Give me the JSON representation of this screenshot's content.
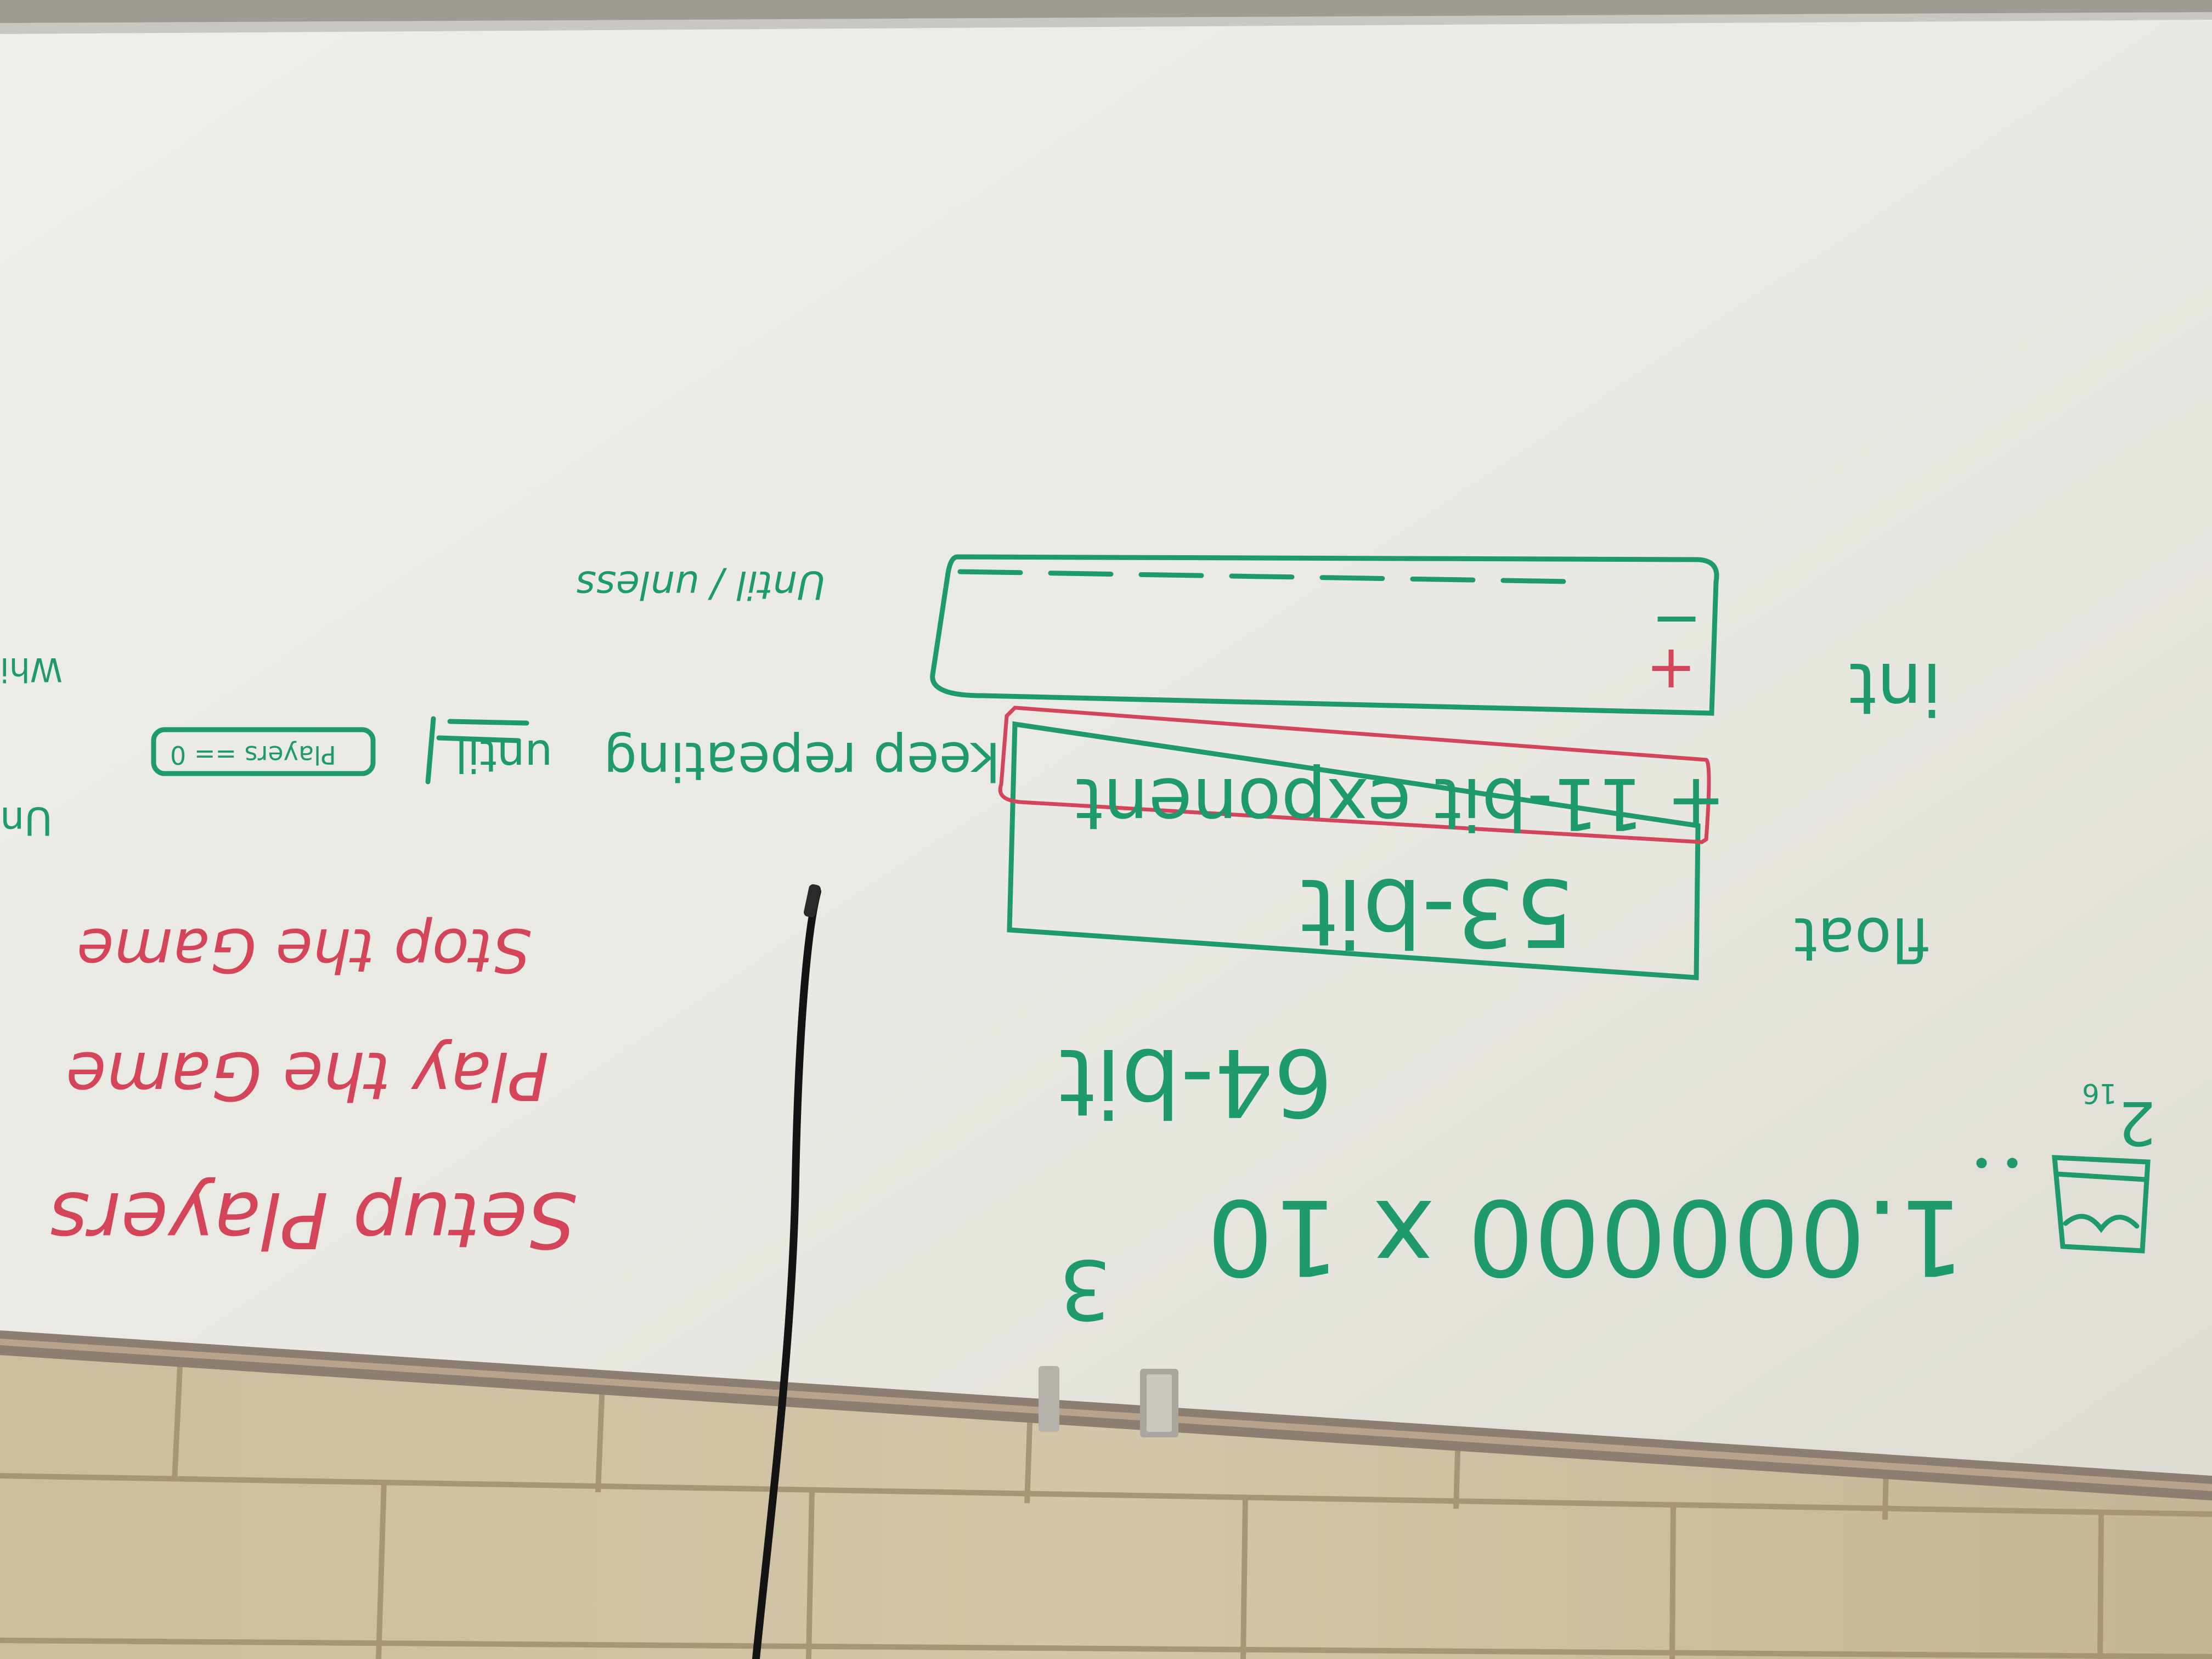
{
  "scene": {
    "colors": {
      "board": "#ecebe6",
      "wall": "#cdbf9f",
      "mortar": "#a9977a",
      "tray": "#8d8073",
      "green_marker": "#1e9a6c",
      "red_marker": "#d4455a",
      "cable": "#141414"
    }
  },
  "whiteboard": {
    "green_text": {
      "until_unless": "Until / unless",
      "int": "int",
      "keep_repeating": "keep repeating",
      "until": "until",
      "condition": "Players == 0",
      "float": "float",
      "bits_53": "53-bit",
      "bits_11_exponent": "+ 11-bit exponent",
      "bits_64": "64-bit",
      "scientific": "1.000000 x 10",
      "exponent": "3",
      "power_base": "2",
      "power_exp": "16",
      "edge_text_1": "Whi",
      "edge_text_2": "Un",
      "sign_plus": "+",
      "sign_minus": "−"
    },
    "red_text": {
      "setup_players": "Setup Players",
      "play_the_game": "Play the Game",
      "stop_the_game": "Stop the Game"
    }
  }
}
